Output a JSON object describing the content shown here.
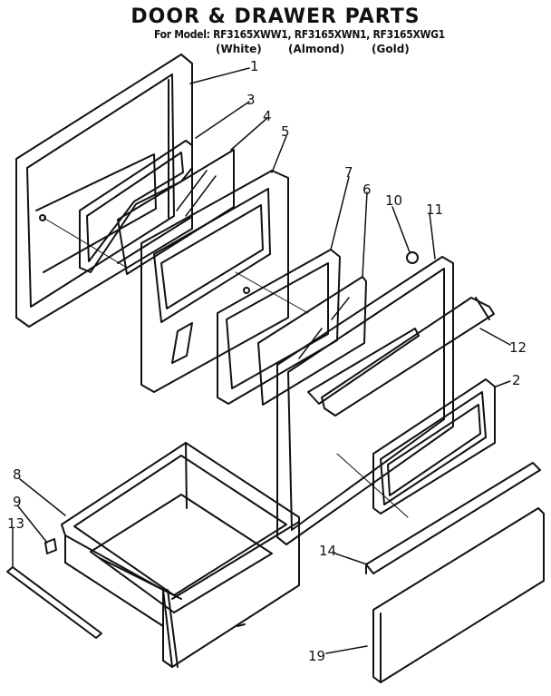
{
  "title": "DOOR & DRAWER PARTS",
  "model_line": "For Model: RF3165XWW1, RF3165XWN1, RF3165XWG1",
  "variants": [
    "(White)",
    "(Almond)",
    "(Gold)"
  ],
  "callouts": [
    "1",
    "3",
    "4",
    "5",
    "7",
    "6",
    "10",
    "11",
    "12",
    "2",
    "8",
    "9",
    "13",
    "14",
    "19"
  ]
}
